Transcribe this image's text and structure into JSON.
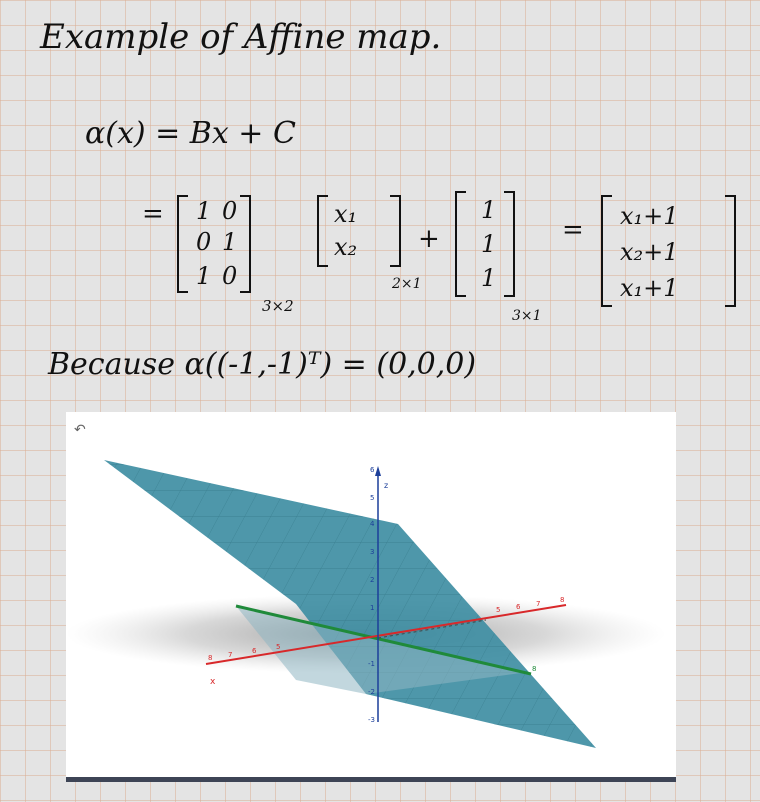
{
  "note": {
    "title": "Example of Affine map.",
    "definition": "α(x) = Bx + C",
    "eq_sign": "=",
    "plus": "+",
    "matrix_B": [
      [
        "1",
        "0"
      ],
      [
        "0",
        "1"
      ],
      [
        "1",
        "0"
      ]
    ],
    "matrix_B_size": "3×2",
    "vector_x": [
      "x₁",
      "x₂"
    ],
    "vector_x_size": "2×1",
    "vector_C": [
      "1",
      "1",
      "1"
    ],
    "vector_C_size": "3×1",
    "result": [
      "x₁+1",
      "x₂+1",
      "x₁+1"
    ],
    "because": "Because α((-1,-1)ᵀ) = (0,0,0)"
  },
  "viewer": {
    "undo_icon": "↶",
    "z_ticks": [
      "6",
      "5",
      "4",
      "3",
      "2",
      "1",
      "-1",
      "-2",
      "-3"
    ],
    "z_label": "z",
    "x_label": "x",
    "x_ticks_right": [
      "5",
      "6",
      "7",
      "8"
    ],
    "x_ticks_left": [
      "8",
      "7",
      "6",
      "5"
    ],
    "y_label": "8",
    "colors": {
      "plane": "#3f8ea3",
      "x_axis": "#d8282a",
      "green_line": "#1f8a3a"
    }
  }
}
